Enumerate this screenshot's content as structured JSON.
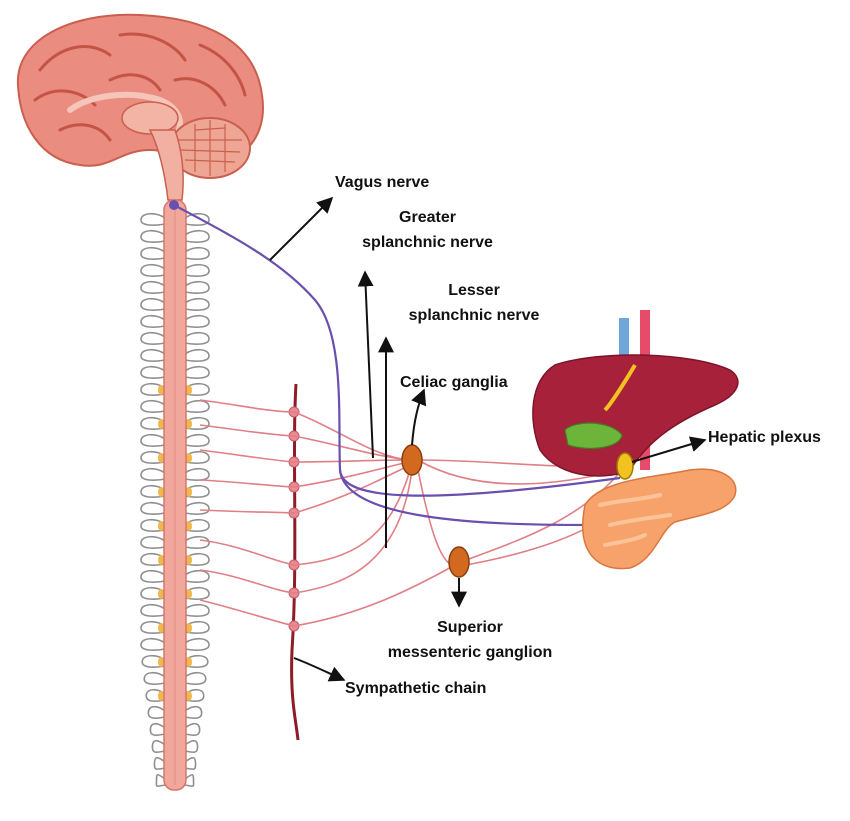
{
  "labels": {
    "vagus_nerve": "Vagus nerve",
    "greater_splanchnic_line1": "Greater",
    "greater_splanchnic_line2": "splanchnic nerve",
    "lesser_splanchnic_line1": "Lesser",
    "lesser_splanchnic_line2": "splanchnic nerve",
    "celiac_ganglia": "Celiac ganglia",
    "hepatic_plexus": "Hepatic plexus",
    "superior_mesenteric_line1": "Superior",
    "superior_mesenteric_line2": "messenteric ganglion",
    "sympathetic_chain": "Sympathetic chain"
  },
  "colors": {
    "brain": "#e8857a",
    "brain_dark": "#c9604f",
    "spinal_cord": "#f0a99f",
    "nerve_root": "#9a9a9a",
    "sympathetic_chain": "#8e1b26",
    "sympathetic_fiber": "#e07f85",
    "vagus": "#6a4fae",
    "liver": "#a8213a",
    "gallbladder": "#6db53a",
    "pancreas": "#f7a26b",
    "ganglion": "#d2691e",
    "hepatic_plexus": "#f2c320",
    "artery": "#e84b6a",
    "vein": "#6fa6dc"
  }
}
